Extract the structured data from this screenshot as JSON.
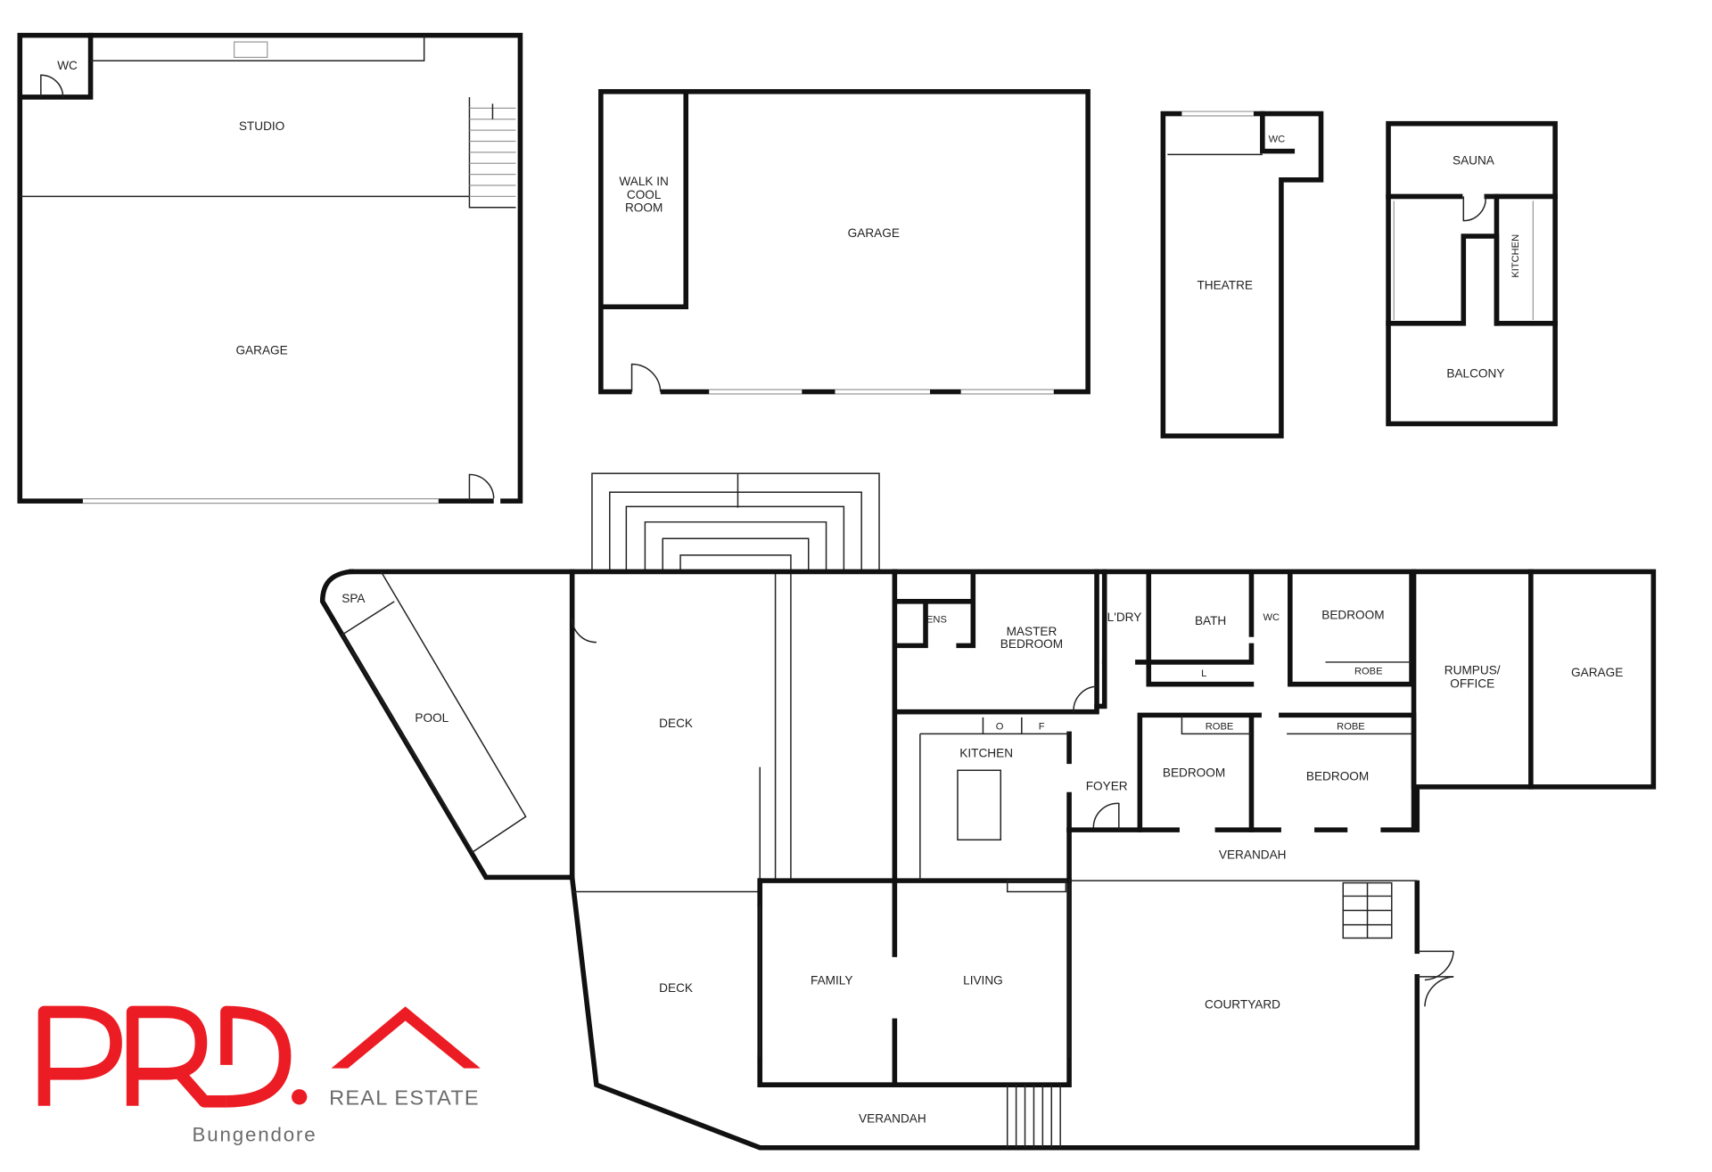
{
  "rooms": {
    "wc1": "WC",
    "studio": "STUDIO",
    "garage1": "GARAGE",
    "walk_in_1": "WALK IN",
    "walk_in_2": "COOL",
    "walk_in_3": "ROOM",
    "garage2": "GARAGE",
    "wc2": "WC",
    "theatre": "THEATRE",
    "sauna": "SAUNA",
    "kitchen_small": "KITCHEN",
    "balcony": "BALCONY",
    "spa": "SPA",
    "pool": "POOL",
    "deck1": "DECK",
    "deck2": "DECK",
    "ens": "ENS",
    "master_1": "MASTER",
    "master_2": "BEDROOM",
    "laundry": "L'DRY",
    "bath": "BATH",
    "l": "L",
    "wc3": "WC",
    "bedroom1": "BEDROOM",
    "robe1": "ROBE",
    "rumpus_1": "RUMPUS/",
    "rumpus_2": "OFFICE",
    "garage3": "GARAGE",
    "o": "O",
    "f": "F",
    "kitchen": "KITCHEN",
    "foyer": "FOYER",
    "robe2": "ROBE",
    "robe3": "ROBE",
    "bedroom2": "BEDROOM",
    "bedroom3": "BEDROOM",
    "verandah1": "VERANDAH",
    "family": "FAMILY",
    "living": "LIVING",
    "courtyard": "COURTYARD",
    "verandah2": "VERANDAH"
  },
  "logo": {
    "brand": "PRD.",
    "tagline": "REAL ESTATE",
    "office": "Bungendore",
    "brand_color": "#ec1c24"
  }
}
